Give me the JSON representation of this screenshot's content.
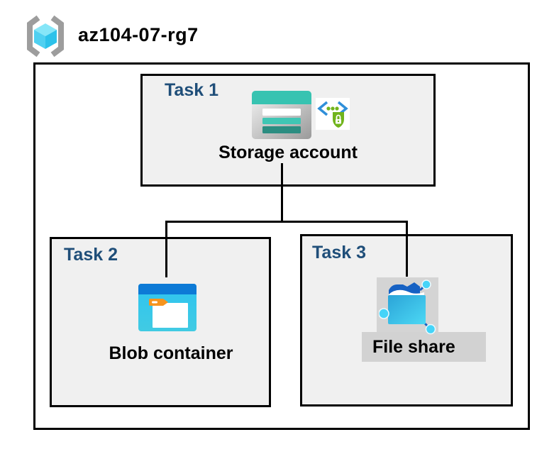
{
  "title": "az104-07-rg7",
  "header_icon": "resource-group-icon",
  "tasks": {
    "task1": {
      "label": "Task 1",
      "item": "Storage account",
      "icons": [
        "storage-account-icon",
        "sas-security-icon"
      ]
    },
    "task2": {
      "label": "Task 2",
      "item": "Blob container",
      "icons": [
        "blob-container-icon"
      ]
    },
    "task3": {
      "label": "Task 3",
      "item": "File share",
      "icons": [
        "file-share-icon"
      ]
    }
  },
  "colors": {
    "task_label": "#1F4E79",
    "box_fill": "#F0F0F0",
    "border": "#000000",
    "storage_teal": "#37C3B1",
    "storage_teal_dark": "#2B8D81",
    "blob_blue": "#0D7AD6",
    "blob_cyan": "#32C5EC",
    "folder_blue": "#1661C3",
    "node_cyan": "#45D4F8",
    "sas_green": "#71B41C",
    "sas_blue": "#2F8FD9",
    "bracket_gray": "#9D9D9D",
    "panel_gray": "#D4D4D4"
  }
}
